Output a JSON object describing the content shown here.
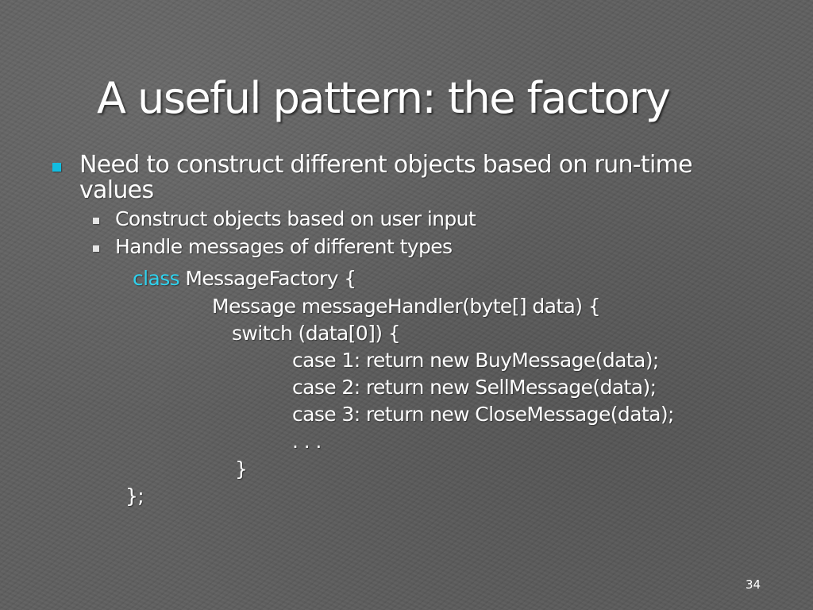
{
  "slide": {
    "title": "A useful pattern: the factory",
    "bullet": "Need to construct different objects based on run-time values",
    "subbullets": [
      "Construct objects based on user input",
      "Handle messages of different types"
    ],
    "code": {
      "keyword": "class",
      "class_decl_rest": " MessageFactory {",
      "method_decl": "Message messageHandler(byte[] data) {",
      "switch_line": "switch (data[0]) {",
      "case1": "case 1: return new BuyMessage(data);",
      "case2": "case 2: return new SellMessage(data);",
      "case3": "case 3: return new CloseMessage(data);",
      "ellipsis": ". . .",
      "close_brace": "}",
      "close_class": "};"
    },
    "page_number": "34"
  },
  "colors": {
    "background": "#5e5e5e",
    "bullet_accent": "#12bde0",
    "keyword": "#2fd2ee",
    "text": "#ffffff"
  }
}
